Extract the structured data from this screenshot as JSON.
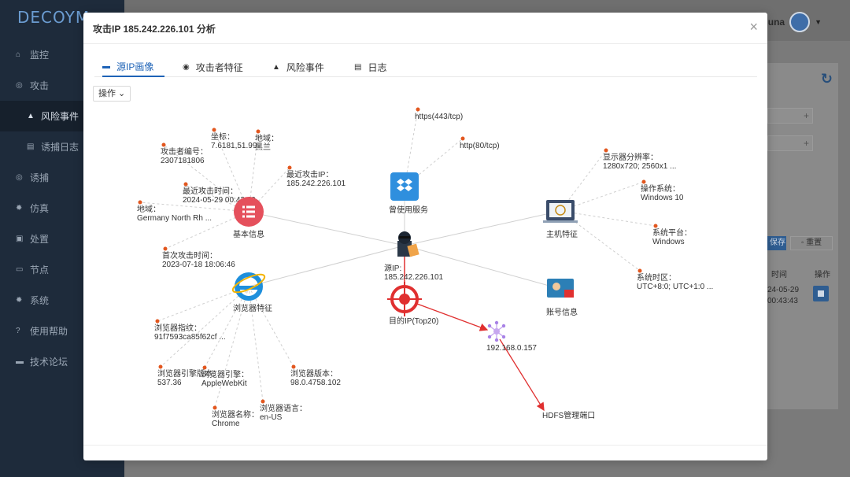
{
  "app": {
    "brand": "DECOYM",
    "user": "luna",
    "nav": [
      {
        "label": "监控",
        "icon": "home-icon",
        "glyph": "⌂"
      },
      {
        "label": "攻击",
        "icon": "target-icon",
        "glyph": "◎"
      },
      {
        "label": "风险事件",
        "icon": "bell-icon",
        "glyph": "▲",
        "sub": true,
        "active": true
      },
      {
        "label": "诱捕日志",
        "icon": "log-icon",
        "glyph": "▤",
        "sub": true
      },
      {
        "label": "诱捕",
        "icon": "trap-icon",
        "glyph": "◎"
      },
      {
        "label": "仿真",
        "icon": "gear-icon",
        "glyph": "✹"
      },
      {
        "label": "处置",
        "icon": "lock-icon",
        "glyph": "▣"
      },
      {
        "label": "节点",
        "icon": "monitor-icon",
        "glyph": "▭"
      },
      {
        "label": "系统",
        "icon": "settings-icon",
        "glyph": "✹"
      },
      {
        "label": "使用帮助",
        "icon": "help-icon",
        "glyph": "?"
      },
      {
        "label": "技术论坛",
        "icon": "forum-icon",
        "glyph": "▬"
      }
    ],
    "background": {
      "plus": "+",
      "save": "保存",
      "reset": "◦ 重置",
      "col_time": "时间",
      "col_op": "操作",
      "cell_time_1": "24-05-29",
      "cell_time_2": "00:43:43"
    }
  },
  "modal": {
    "title": "攻击IP 185.242.226.101 分析",
    "close": "×",
    "tabs": [
      {
        "label": "源IP画像",
        "icon": "portrait-icon",
        "glyph": "▬",
        "active": true
      },
      {
        "label": "攻击者特征",
        "icon": "fingerprint-icon",
        "glyph": "◉"
      },
      {
        "label": "风险事件",
        "icon": "bell-icon",
        "glyph": "▲"
      },
      {
        "label": "日志",
        "icon": "log-icon",
        "glyph": "▤"
      }
    ],
    "operate": "操作 ⌄"
  },
  "graph": {
    "center": {
      "label1": "源IP:",
      "label2": "185.242.226.101"
    },
    "basic": {
      "label": "基本信息"
    },
    "browser": {
      "label": "浏览器特征"
    },
    "service": {
      "label": "曾使用服务"
    },
    "host": {
      "label": "主机特征"
    },
    "account": {
      "label": "账号信息"
    },
    "dest": {
      "label": "目的IP(Top20)"
    },
    "dest_ip": {
      "label": "192.168.0.157"
    },
    "hdfs": {
      "label": "HDFS管理端口"
    },
    "basic_leaves": [
      {
        "l1": "攻击者编号：",
        "l2": "2307181806"
      },
      {
        "l1": "坐标：",
        "l2": "7.6181,51.99"
      },
      {
        "l1": "地域：",
        "l2": "黑兰"
      },
      {
        "l1": "最近攻击IP：",
        "l2": "185.242.226.101"
      },
      {
        "l1": "最近攻击时间：",
        "l2": "2024-05-29 00:43:49"
      },
      {
        "l1": "地域：",
        "l2": "Germany North Rh ..."
      },
      {
        "l1": "首次攻击时间：",
        "l2": "2023-07-18 18:06:46"
      }
    ],
    "service_leaves": [
      {
        "l1": "https(443/tcp)"
      },
      {
        "l1": "http(80/tcp)"
      }
    ],
    "host_leaves": [
      {
        "l1": "显示器分辨率：",
        "l2": "1280x720; 2560x1 ..."
      },
      {
        "l1": "操作系统：",
        "l2": "Windows 10"
      },
      {
        "l1": "系统平台：",
        "l2": "Windows"
      },
      {
        "l1": "系统时区：",
        "l2": "UTC+8:0; UTC+1:0 ..."
      }
    ],
    "browser_leaves": [
      {
        "l1": "浏览器指纹：",
        "l2": "91f7593ca85f62cf ..."
      },
      {
        "l1": "浏览器引擎版本：",
        "l2": "537.36"
      },
      {
        "l1": "浏览器引擎：",
        "l2": "AppleWebKit"
      },
      {
        "l1": "浏览器版本：",
        "l2": "98.0.4758.102"
      },
      {
        "l1": "浏览器名称：",
        "l2": "Chrome"
      },
      {
        "l1": "浏览器语言：",
        "l2": "en-US"
      }
    ],
    "colors": {
      "edge": "#d0d0d0",
      "dash": "#cfcfcf",
      "dot": "#e2571f",
      "red": "#e03030",
      "basic": "#e5505c",
      "ie": "#1e8fdc",
      "dropbox": "#2f8fde",
      "host": "#3a4c6a"
    }
  }
}
